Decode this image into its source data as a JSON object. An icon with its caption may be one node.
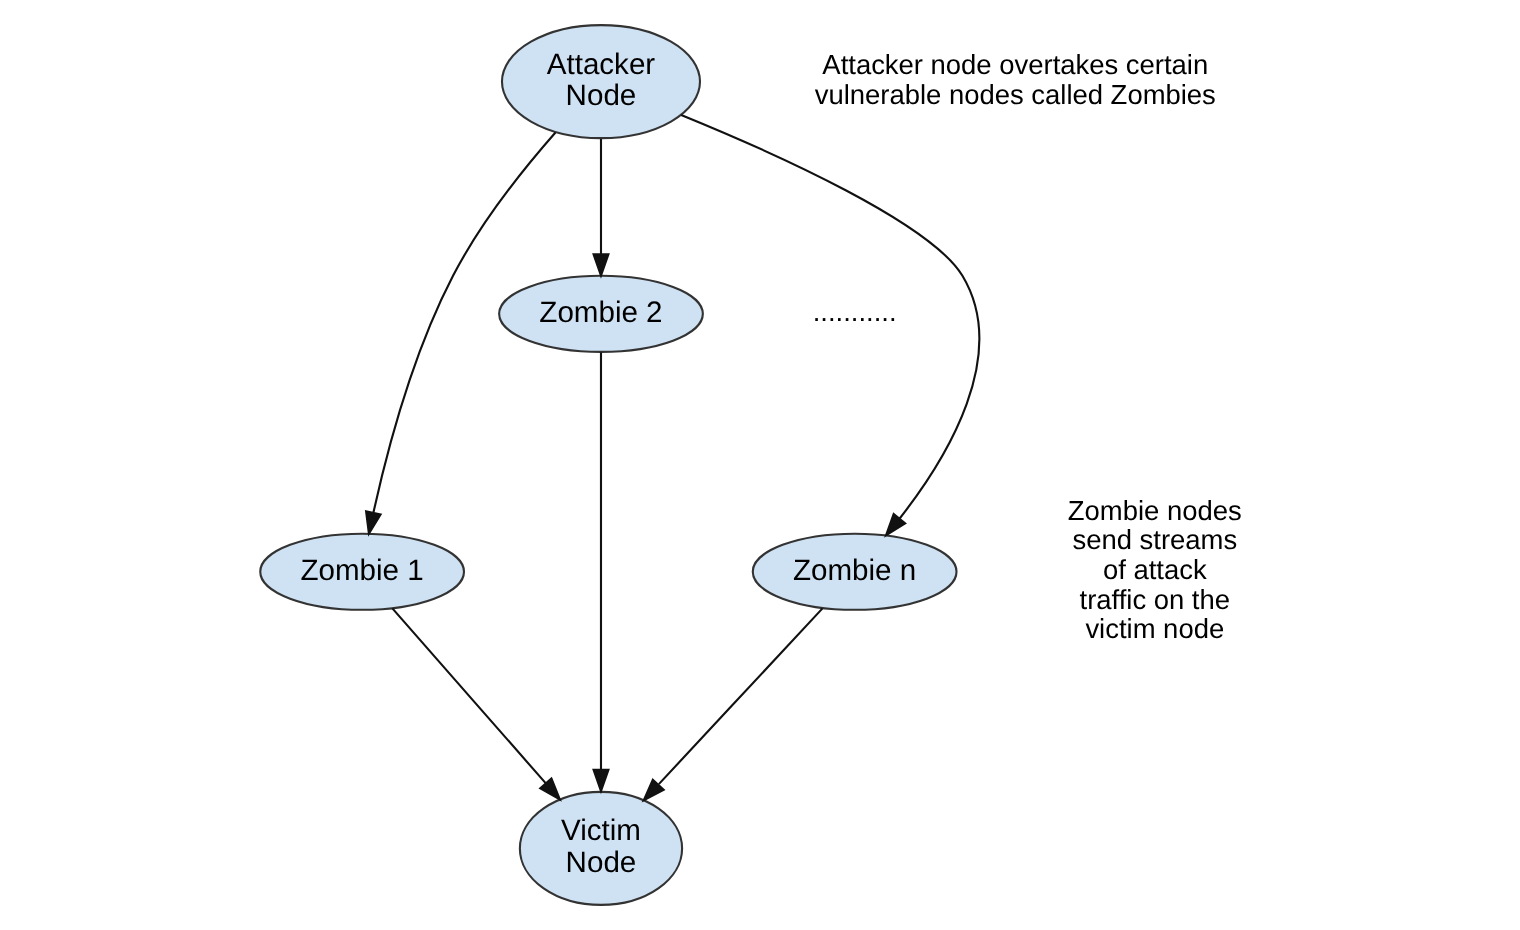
{
  "diagram": {
    "nodes": [
      {
        "text": [
          "Attacker Node"
        ]
      },
      {
        "text": [
          "Zombie 1"
        ]
      },
      {
        "text": [
          "Zombie 2"
        ]
      },
      {
        "text": [
          "Zombie n"
        ]
      },
      {
        "text": [
          "Victim Node"
        ]
      }
    ],
    "edges": [
      {
        "from": 0,
        "to": 1,
        "arrow": "to"
      },
      {
        "from": 0,
        "to": 2,
        "arrow": "to"
      },
      {
        "from": 0,
        "to": 3,
        "arrow": "to"
      },
      {
        "from": 1,
        "to": 4,
        "arrow": "to"
      },
      {
        "from": 2,
        "to": 4,
        "arrow": "to"
      },
      {
        "from": 3,
        "to": 4,
        "arrow": "to"
      }
    ],
    "labels": [
      "Attacker node overtakes certain vulnerable nodes called Zombies",
      "...........",
      "Zombie nodes send streams of attack traffic on the victim node"
    ]
  }
}
